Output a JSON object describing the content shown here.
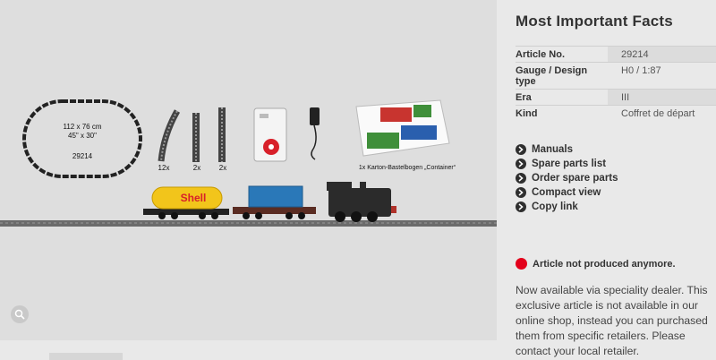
{
  "image": {
    "track_oval_dimensions_cm": "112 x 76 cm",
    "track_oval_dimensions_in": "45\" x 30\"",
    "track_oval_number": "29214",
    "curved_track_count": "12x",
    "straight_track_a_count": "2x",
    "straight_track_b_count": "2x",
    "container_sheet_caption": "1x Karton-Bastelbogen „Container“",
    "tank_wagon_logo": "Shell",
    "zoom_icon": "magnifier-icon"
  },
  "facts": {
    "title": "Most Important Facts",
    "rows": [
      {
        "key": "Article No.",
        "value": "29214"
      },
      {
        "key": "Gauge / Design type",
        "value": "H0 / 1:87"
      },
      {
        "key": "Era",
        "value": "III"
      },
      {
        "key": "Kind",
        "value": "Coffret de départ"
      }
    ]
  },
  "links": [
    {
      "label": "Manuals",
      "icon": "chevron-right-icon"
    },
    {
      "label": "Spare parts list",
      "icon": "chevron-right-icon"
    },
    {
      "label": "Order spare parts",
      "icon": "chevron-right-icon"
    },
    {
      "label": "Compact view",
      "icon": "chevron-right-icon"
    },
    {
      "label": "Copy link",
      "icon": "chevron-right-icon"
    }
  ],
  "status": {
    "text": "Article not produced anymore.",
    "color": "#e3001b"
  },
  "availability_text": "Now available via speciality dealer. This exclusive article is not available in our online shop, instead you can purchased them from specific retailers. Please contact your local retailer."
}
